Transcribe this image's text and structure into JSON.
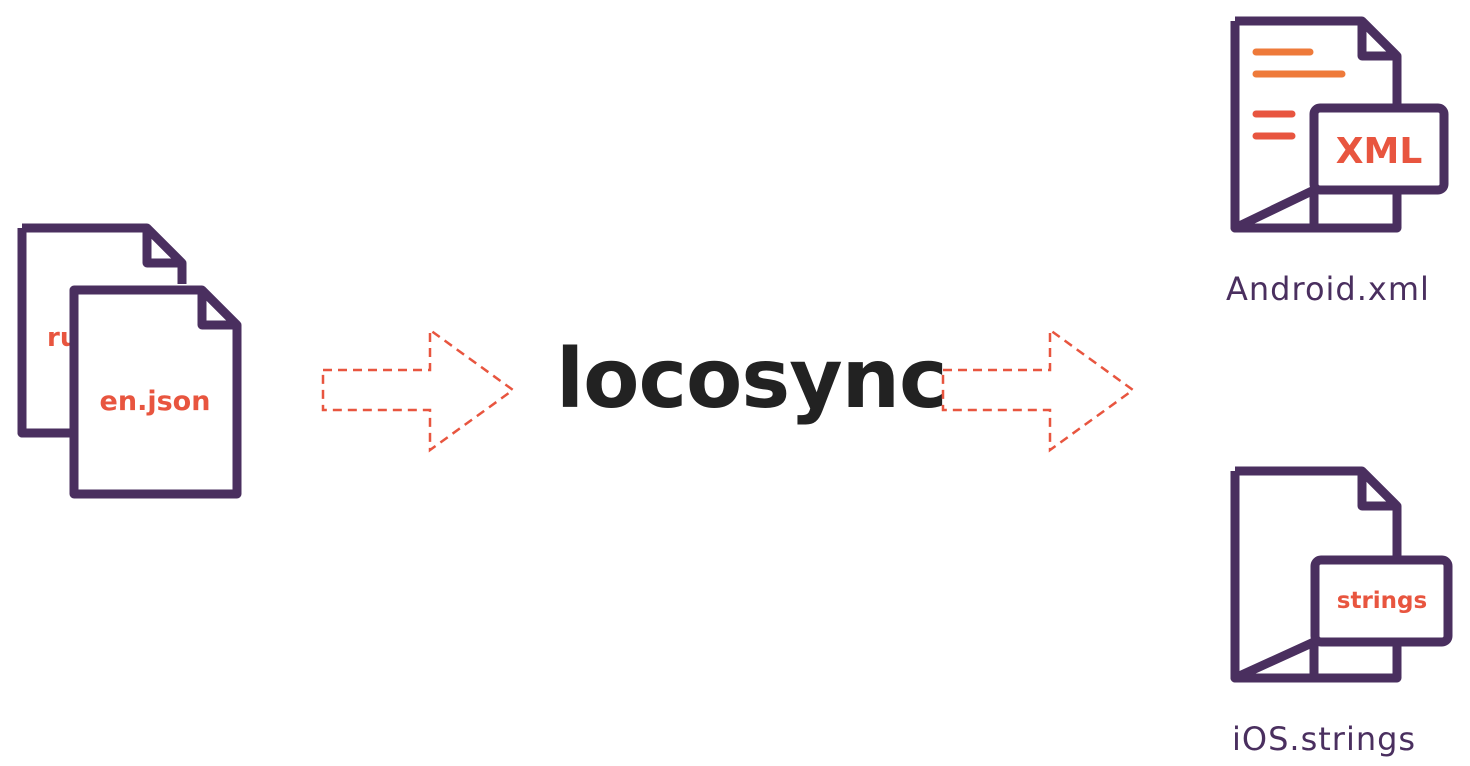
{
  "title": "locosync",
  "input": {
    "back_file_label": "ru.json",
    "front_file_label": "en.json"
  },
  "outputs": {
    "android": {
      "badge": "XML",
      "caption": "Android.xml"
    },
    "ios": {
      "badge": "strings",
      "caption": "iOS.strings"
    }
  },
  "colors": {
    "outline": "#4a2f5f",
    "accent": "#e8553f",
    "accent_light": "#ee7a3a",
    "title_text": "#222222",
    "arrow_dash": "#e8553f"
  },
  "icons": {
    "input_files": "stacked-document-icon",
    "flow_arrows": "dashed-arrow-icon",
    "android_output": "xml-document-icon",
    "ios_output": "strings-document-icon"
  }
}
